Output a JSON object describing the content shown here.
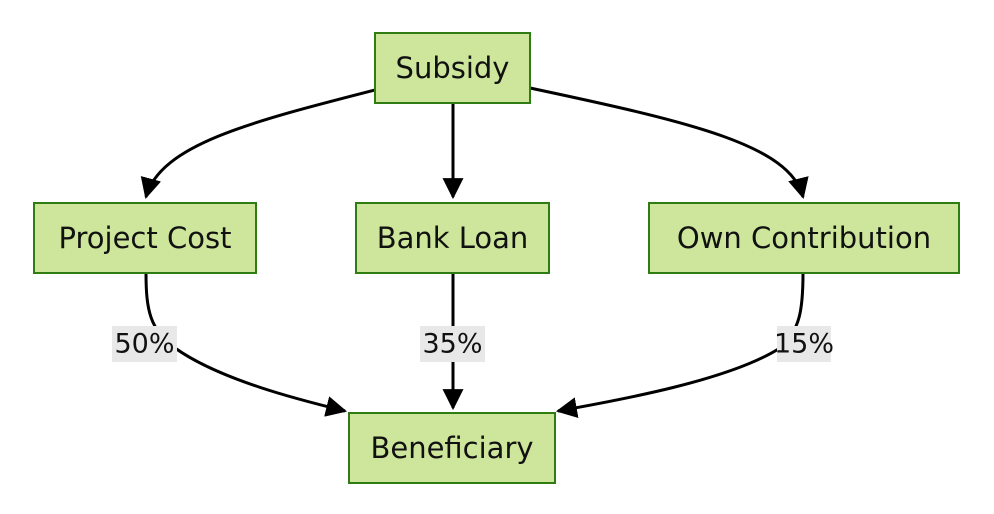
{
  "nodes": {
    "subsidy": "Subsidy",
    "project_cost": "Project Cost",
    "bank_loan": "Bank Loan",
    "own_contribution": "Own Contribution",
    "beneficiary": "Beneficiary"
  },
  "edges": {
    "project_cost_to_beneficiary": "50%",
    "bank_loan_to_beneficiary": "35%",
    "own_contribution_to_beneficiary": "15%"
  },
  "colors": {
    "node_fill": "#cde69b",
    "node_border": "#2f7d12",
    "edge": "#000000",
    "label_bg": "#e8e8e8"
  }
}
